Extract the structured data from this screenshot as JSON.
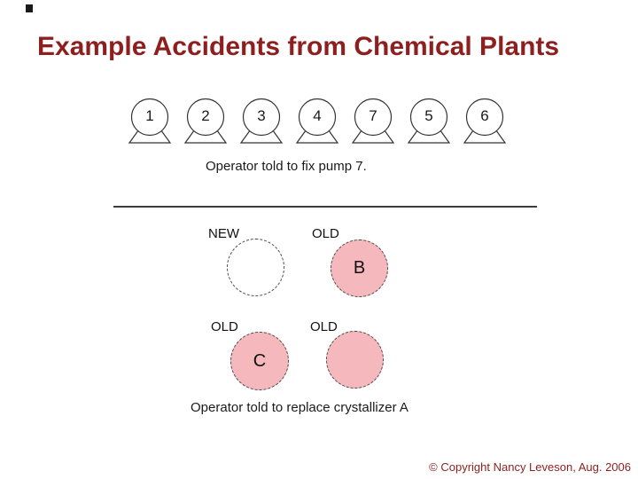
{
  "slide": {
    "title": "Example Accidents from Chemical Plants",
    "copyright": "© Copyright Nancy Leveson, Aug. 2006"
  },
  "colors": {
    "title_text": "#8e1f1f",
    "body_text": "#1a1a1a",
    "crystallizer_pink": "#f5b8bc",
    "outline": "#333333"
  },
  "pump_diagram": {
    "pumps": [
      "1",
      "2",
      "3",
      "4",
      "7",
      "5",
      "6"
    ],
    "caption": "Operator told to fix pump 7."
  },
  "crystallizer_diagram": {
    "items": [
      {
        "label": "NEW",
        "letter": "",
        "fill": "#ffffff"
      },
      {
        "label": "OLD",
        "letter": "B",
        "fill": "#f5b8bc"
      },
      {
        "label": "OLD",
        "letter": "C",
        "fill": "#f5b8bc"
      },
      {
        "label": "OLD",
        "letter": "",
        "fill": "#f5b8bc"
      }
    ],
    "caption": "Operator told to replace crystallizer A"
  }
}
